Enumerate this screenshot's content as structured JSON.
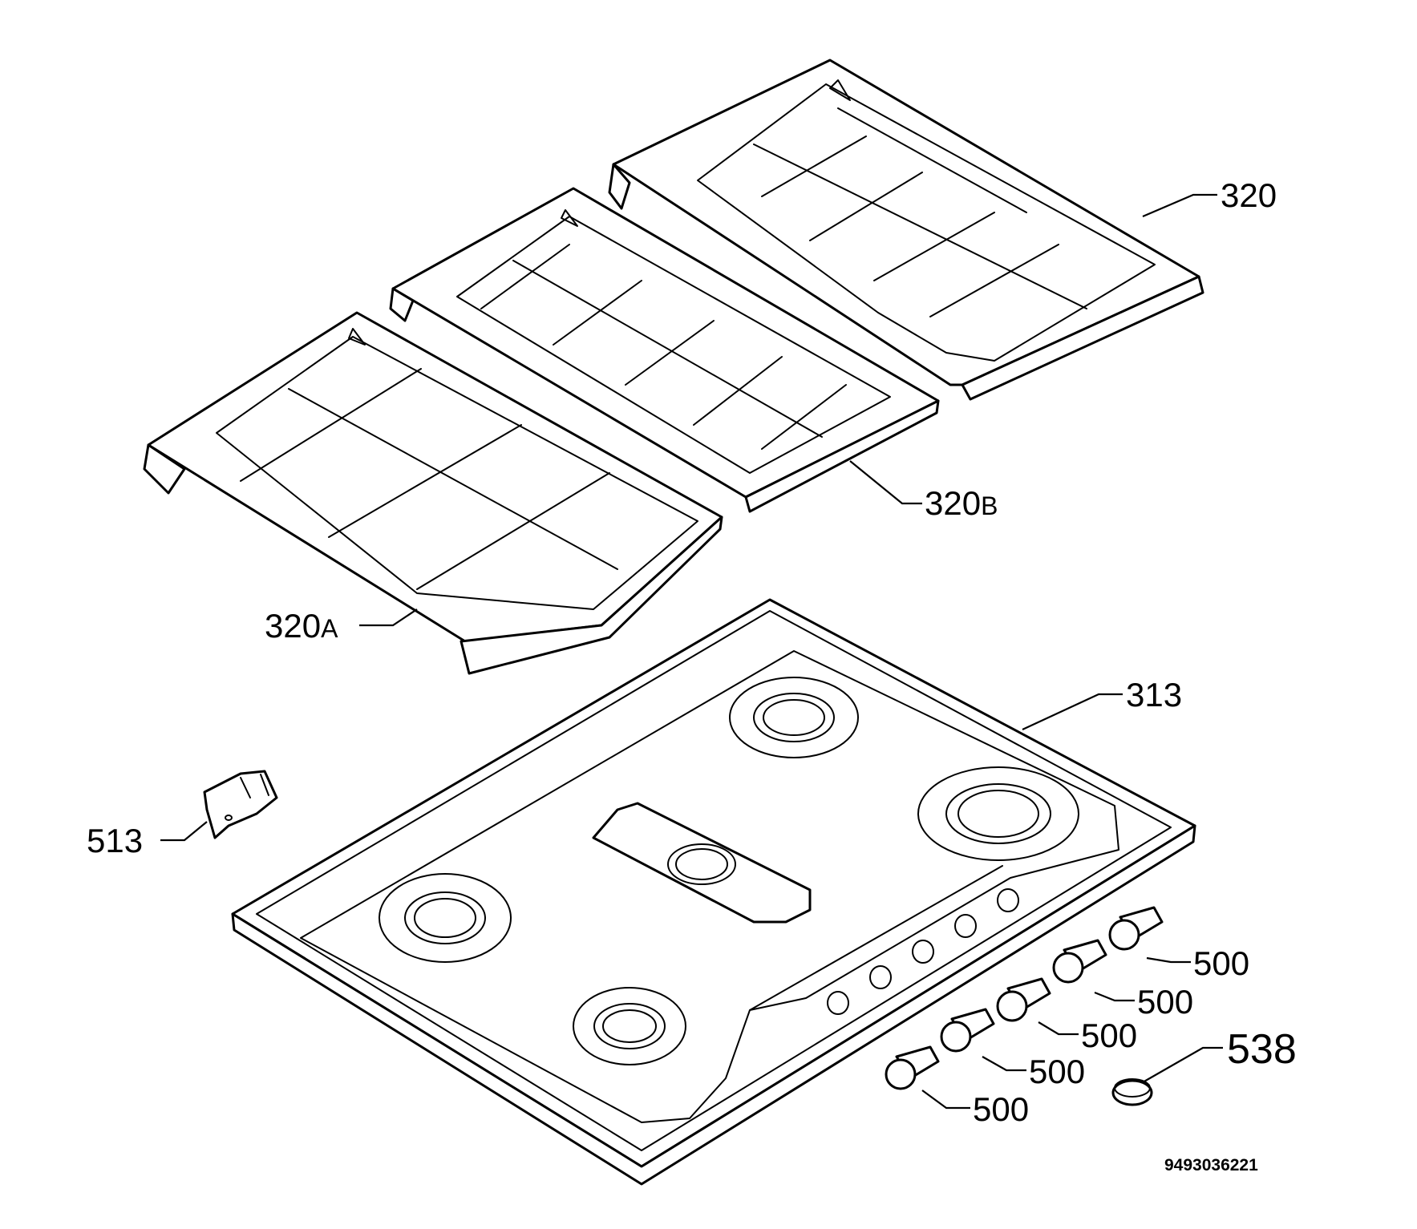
{
  "labels": {
    "grate_right": {
      "number": "320",
      "suffix": ""
    },
    "grate_middle": {
      "number": "320",
      "suffix": "B"
    },
    "grate_left": {
      "number": "320",
      "suffix": "A"
    },
    "hob_top": {
      "number": "313"
    },
    "clip": {
      "number": "513"
    },
    "knob_1": {
      "number": "500"
    },
    "knob_2": {
      "number": "500"
    },
    "knob_3": {
      "number": "500"
    },
    "knob_4": {
      "number": "500"
    },
    "knob_5": {
      "number": "500"
    },
    "cap": {
      "number": "538"
    }
  },
  "document_number": "9493036221"
}
